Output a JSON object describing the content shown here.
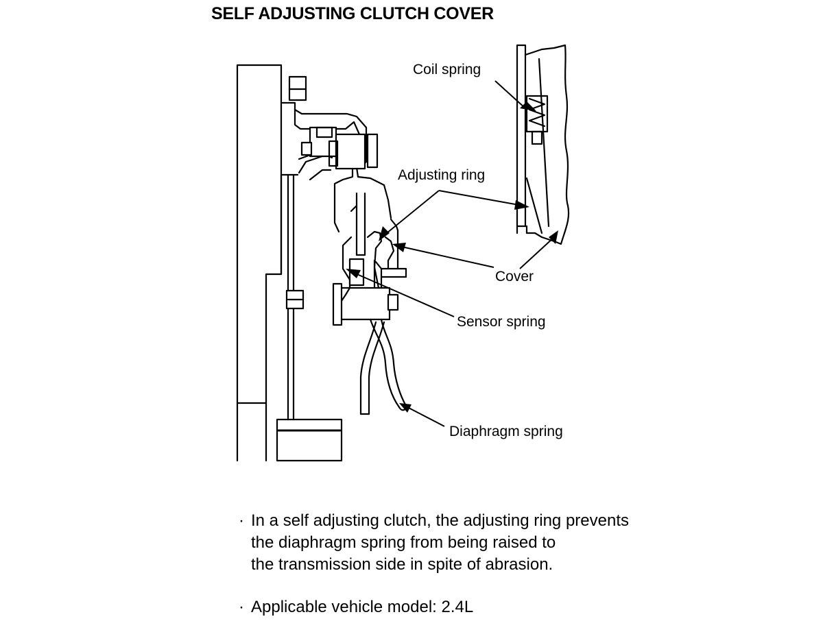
{
  "title": "SELF ADJUSTING CLUTCH COVER",
  "labels": {
    "coil_spring": "Coil spring",
    "adjusting_ring": "Adjusting ring",
    "cover": "Cover",
    "sensor_spring": "Sensor spring",
    "diaphragm_spring": "Diaphragm spring"
  },
  "notes": {
    "bullet": "·",
    "note1": [
      "In a self adjusting clutch, the adjusting ring prevents",
      "the diaphragm spring from being raised to",
      "the transmission side in spite of abrasion."
    ],
    "note2": "Applicable vehicle model: 2.4L"
  }
}
